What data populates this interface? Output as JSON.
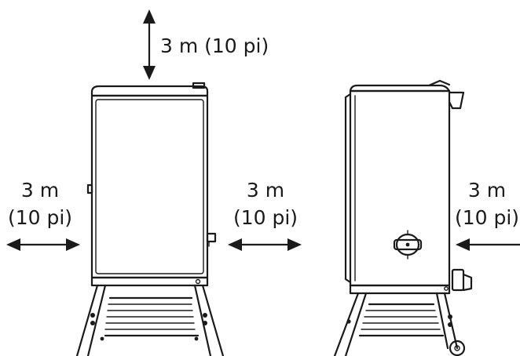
{
  "labels": {
    "top": "3 m (10 pi)",
    "left_line1": "3 m",
    "left_line2": "(10 pi)",
    "middle_line1": "3 m",
    "middle_line2": "(10 pi)",
    "right_line1": "3 m",
    "right_line2": "(10 pi)"
  },
  "colors": {
    "ink": "#1a1a1a",
    "background": "#ffffff"
  }
}
